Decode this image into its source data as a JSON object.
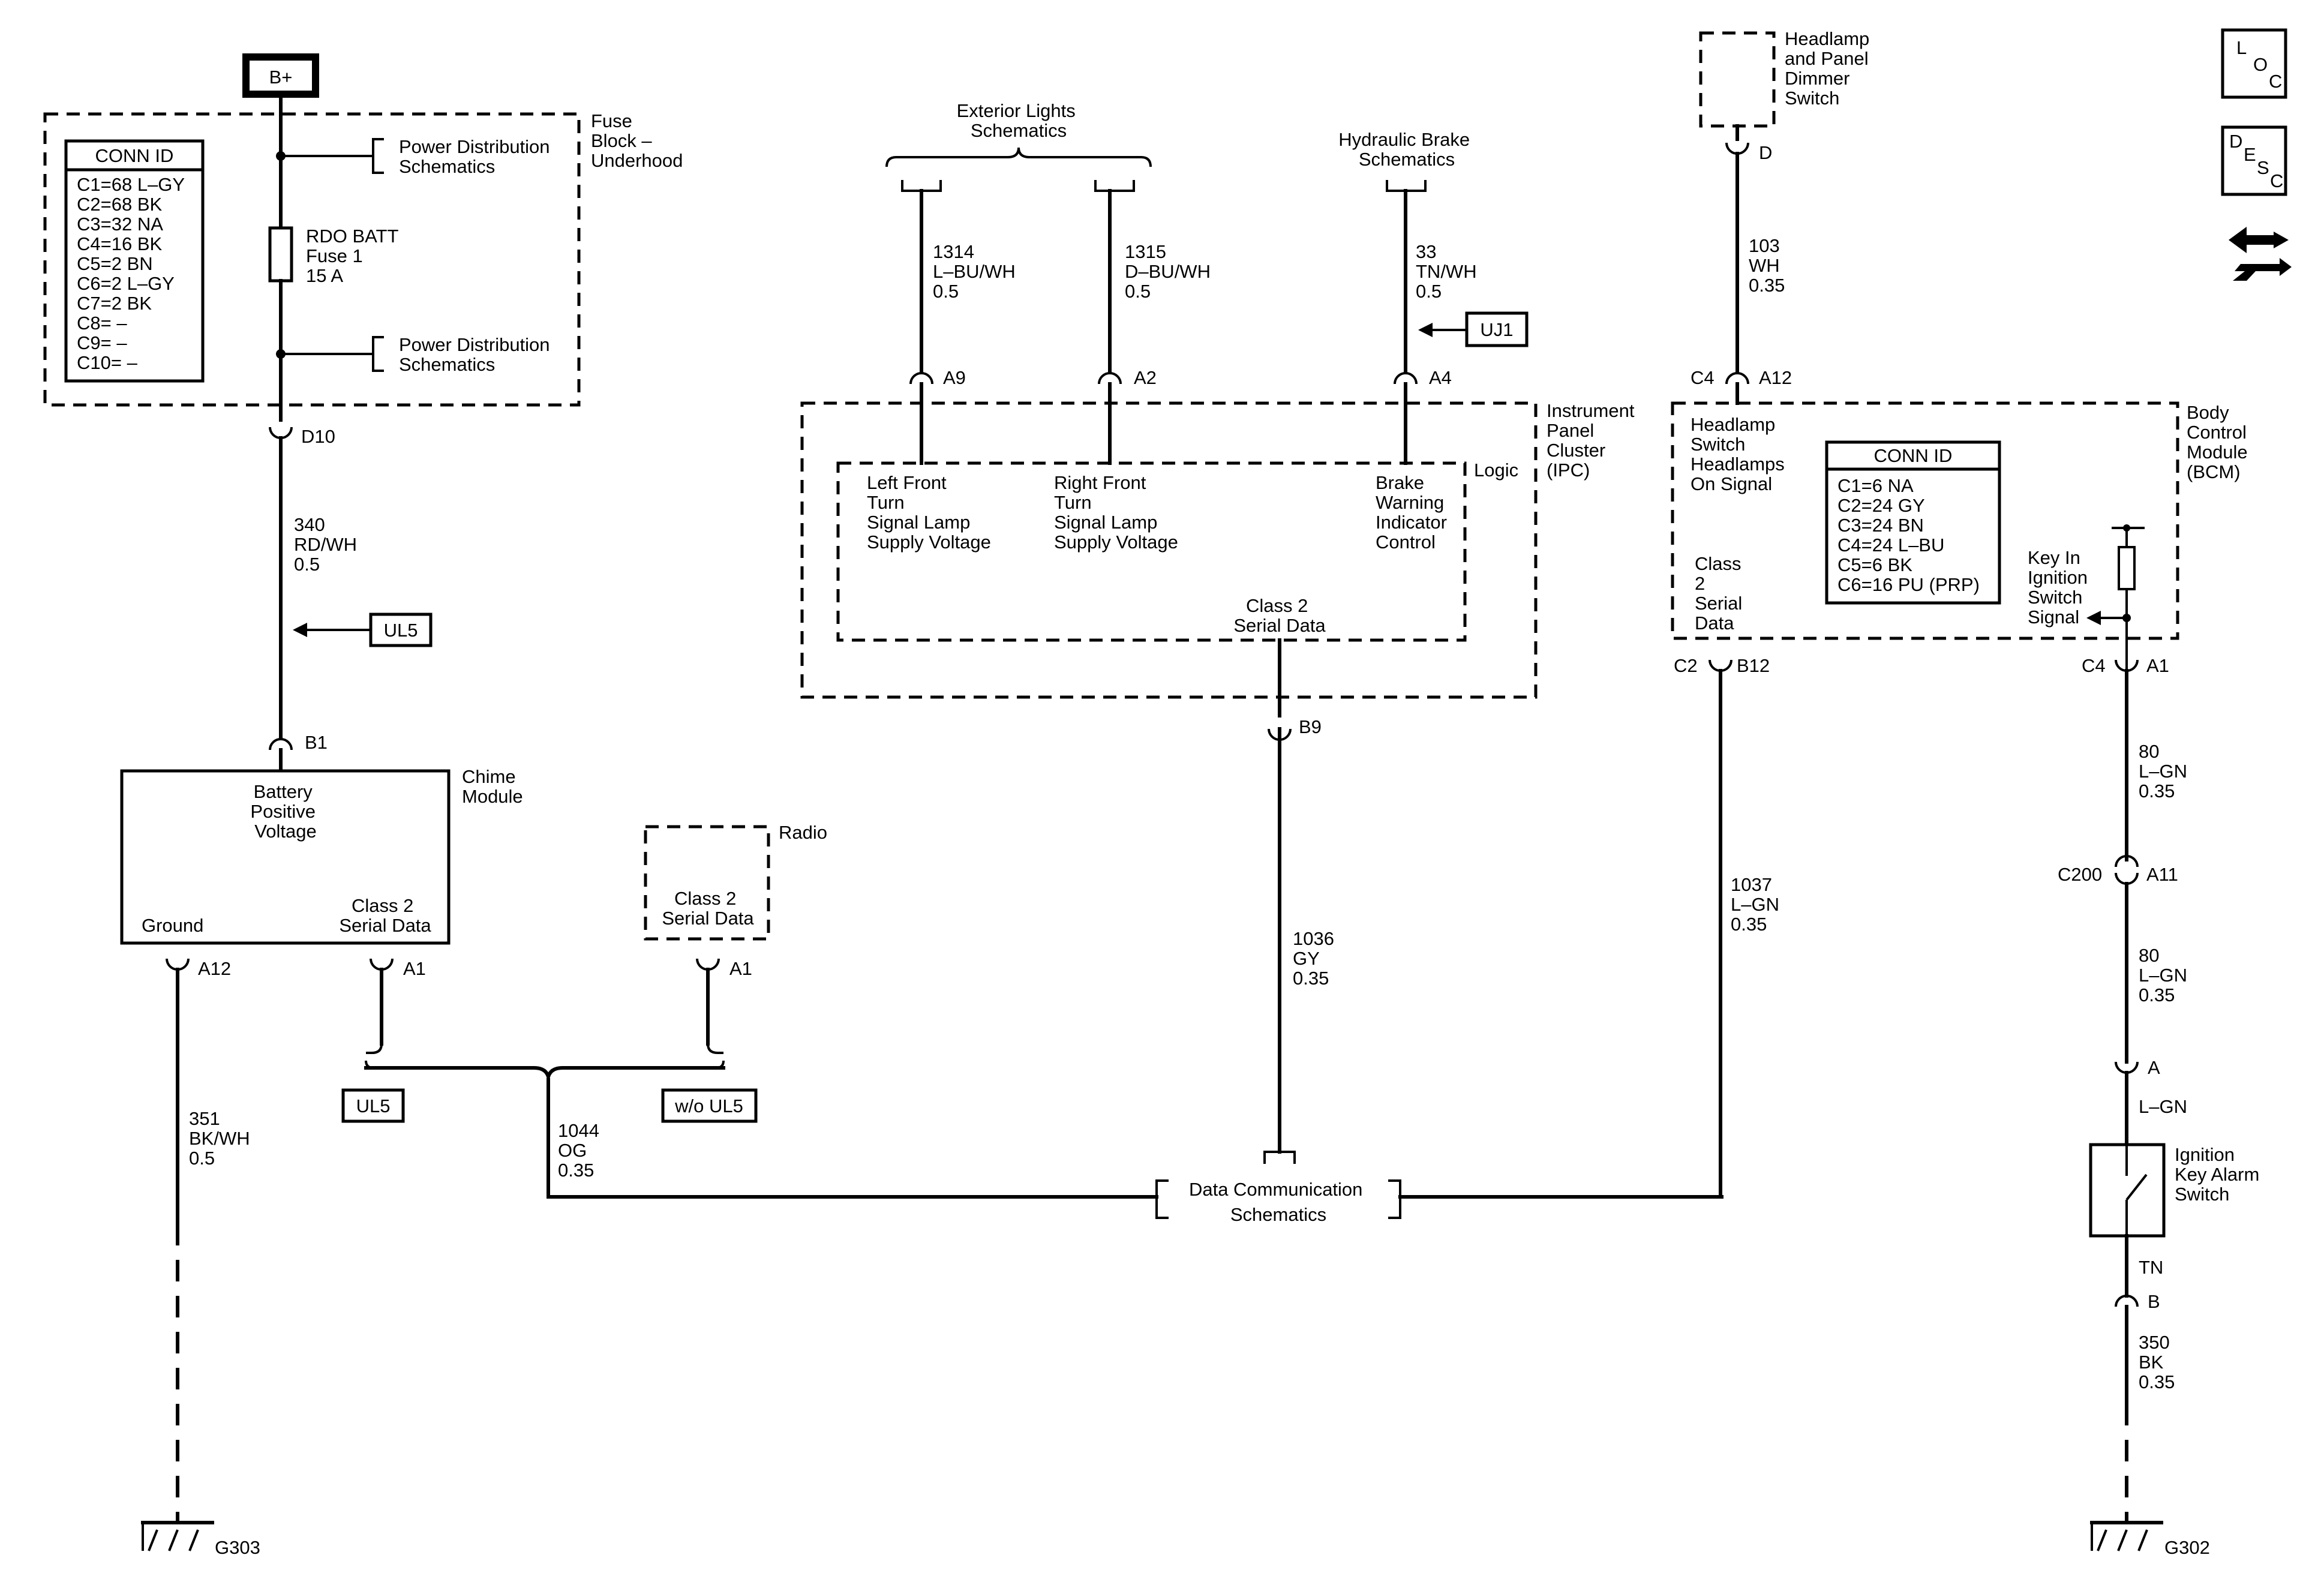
{
  "power": {
    "label": "B+"
  },
  "fuse_block": {
    "name": [
      "Fuse",
      "Block –",
      "Underhood"
    ],
    "conn_title": "CONN ID",
    "conn_rows": [
      "C1=68 L–GY",
      "C2=68 BK",
      "C3=32 NA",
      "C4=16 BK",
      "C5=2 BN",
      "C6=2 L–GY",
      "C7=2 BK",
      "C8= –",
      "C9= –",
      "C10= –"
    ],
    "ref_top": [
      "Power Distribution",
      "Schematics"
    ],
    "ref_bottom": [
      "Power Distribution",
      "Schematics"
    ],
    "fuse": [
      "RDO BATT",
      "Fuse 1",
      "15 A"
    ],
    "pin": "D10"
  },
  "wires": {
    "w340": [
      "340",
      "RD/WH",
      "0.5"
    ],
    "w351": [
      "351",
      "BK/WH",
      "0.5"
    ],
    "w1044": [
      "1044",
      "OG",
      "0.35"
    ],
    "w1314": [
      "1314",
      "L–BU/WH",
      "0.5"
    ],
    "w1315": [
      "1315",
      "D–BU/WH",
      "0.5"
    ],
    "w33": [
      "33",
      "TN/WH",
      "0.5"
    ],
    "w1036": [
      "1036",
      "GY",
      "0.35"
    ],
    "w103": [
      "103",
      "WH",
      "0.35"
    ],
    "w1037": [
      "1037",
      "L–GN",
      "0.35"
    ],
    "w80a": [
      "80",
      "L–GN",
      "0.35"
    ],
    "w80b": [
      "80",
      "L–GN",
      "0.35"
    ],
    "wlgn": "L–GN",
    "wtn": "TN",
    "w350": [
      "350",
      "BK",
      "0.35"
    ]
  },
  "option_tags": {
    "ul5_left": "UL5",
    "ul5_bottom": "UL5",
    "wo_ul5": "w/o UL5",
    "uj1": "UJ1"
  },
  "chime": {
    "name": [
      "Chime",
      "Module"
    ],
    "batt": [
      "Battery",
      "Positive",
      "Voltage"
    ],
    "ground": "Ground",
    "serial": [
      "Class 2",
      "Serial Data"
    ],
    "pin_b1": "B1",
    "pin_a12": "A12",
    "pin_a1": "A1"
  },
  "radio": {
    "name": "Radio",
    "serial": [
      "Class 2",
      "Serial Data"
    ],
    "pin": "A1"
  },
  "grounds": {
    "left": "G303",
    "right": "G302"
  },
  "ipc": {
    "name": [
      "Instrument",
      "Panel",
      "Cluster",
      "(IPC)"
    ],
    "logic": "Logic",
    "ext_lights": [
      "Exterior Lights",
      "Schematics"
    ],
    "hyd_brake": [
      "Hydraulic Brake",
      "Schematics"
    ],
    "lf_turn": [
      "Left Front",
      "Turn",
      "Signal Lamp",
      "Supply Voltage"
    ],
    "rf_turn": [
      "Right Front",
      "Turn",
      "Signal Lamp",
      "Supply Voltage"
    ],
    "brake": [
      "Brake",
      "Warning",
      "Indicator",
      "Control"
    ],
    "serial": [
      "Class 2",
      "Serial Data"
    ],
    "pin_a9": "A9",
    "pin_a2": "A2",
    "pin_a4": "A4",
    "pin_b9": "B9"
  },
  "data_comm": [
    "Data Communication",
    "Schematics"
  ],
  "dimmer": {
    "name": [
      "Headlamp",
      "and Panel",
      "Dimmer",
      "Switch"
    ],
    "pin": "D"
  },
  "bcm": {
    "name": [
      "Body",
      "Control",
      "Module",
      "(BCM)"
    ],
    "headlamp_signal": [
      "Headlamp",
      "Switch",
      "Headlamps",
      "On Signal"
    ],
    "serial": [
      "Class",
      "2",
      "Serial",
      "Data"
    ],
    "key_in": [
      "Key In",
      "Ignition",
      "Switch",
      "Signal"
    ],
    "conn_title": "CONN ID",
    "conn_rows": [
      "C1=6 NA",
      "C2=24 GY",
      "C3=24 BN",
      "C4=24 L–BU",
      "C5=6 BK",
      "C6=16 PU (PRP)"
    ],
    "c4_top": "C4",
    "a12_top": "A12",
    "c2": "C2",
    "b12": "B12",
    "c4_bot": "C4",
    "a1": "A1"
  },
  "c200": {
    "conn": "C200",
    "pin": "A11"
  },
  "alarm_switch": {
    "name": [
      "Ignition",
      "Key Alarm",
      "Switch"
    ],
    "pin_a": "A",
    "pin_b": "B"
  },
  "icons": {
    "loc": [
      "L",
      "O",
      "C"
    ],
    "desc": [
      "D",
      "E",
      "S",
      "C"
    ]
  }
}
